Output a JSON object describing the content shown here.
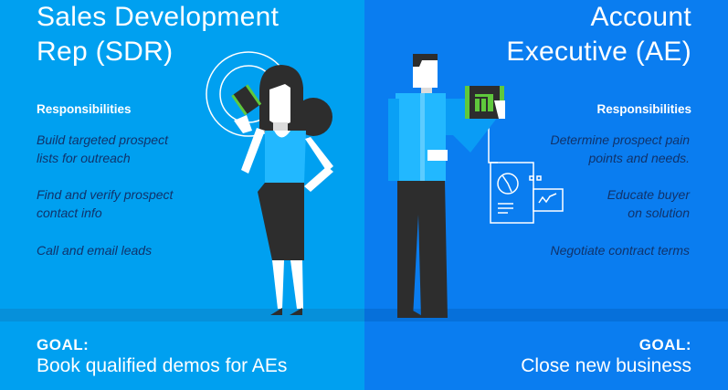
{
  "colors": {
    "left_bg": "#00a0f0",
    "right_bg": "#0a7df0",
    "responsibility_text": "#10336b",
    "accent_green": "#5fc83c",
    "dark": "#2d2d2d",
    "shirt": "#22b8ff"
  },
  "sdr": {
    "title_line1": "Sales Development",
    "title_line2": "Rep (SDR)",
    "responsibilities_heading": "Responsibilities",
    "responsibilities": [
      {
        "line1": "Build targeted prospect",
        "line2": "lists for outreach"
      },
      {
        "line1": "Find and verify prospect",
        "line2": "contact info"
      },
      {
        "line1": "Call and email leads",
        "line2": ""
      }
    ],
    "goal_label": "GOAL:",
    "goal_text": "Book qualified demos for AEs",
    "illustration": "woman-on-phone-icon"
  },
  "ae": {
    "title_line1": "Account",
    "title_line2": "Executive (AE)",
    "responsibilities_heading": "Responsibilities",
    "responsibilities": [
      {
        "line1": "Determine prospect pain",
        "line2": "points and needs."
      },
      {
        "line1": "Educate buyer",
        "line2": "on solution"
      },
      {
        "line1": "Negotiate contract terms",
        "line2": ""
      }
    ],
    "goal_label": "GOAL:",
    "goal_text": "Close new business",
    "illustration": "man-with-tablet-icon"
  }
}
